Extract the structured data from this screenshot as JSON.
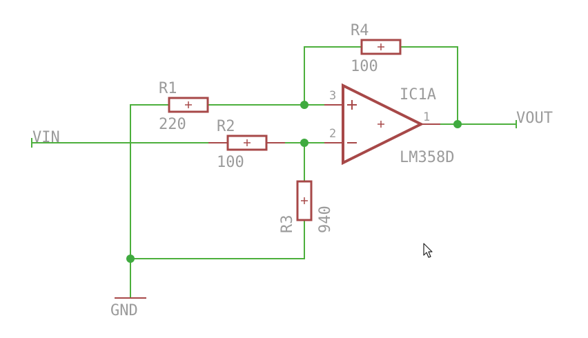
{
  "colors": {
    "wire": "#4caf3c",
    "component": "#a74848",
    "label": "#9b9b9b",
    "junction": "#3faa3f",
    "background": "#ffffff"
  },
  "nets": {
    "vin": "VIN",
    "vout": "VOUT",
    "gnd": "GND"
  },
  "components": {
    "r1": {
      "name": "R1",
      "value": "220"
    },
    "r2": {
      "name": "R2",
      "value": "100"
    },
    "r3": {
      "name": "R3",
      "value": "940"
    },
    "r4": {
      "name": "R4",
      "value": "100"
    },
    "ic": {
      "name": "IC1A",
      "part": "LM358D",
      "pin_noninverting": "3",
      "pin_inverting": "2",
      "pin_output": "1"
    }
  },
  "icons": {
    "cursor": "mouse-pointer-icon"
  }
}
